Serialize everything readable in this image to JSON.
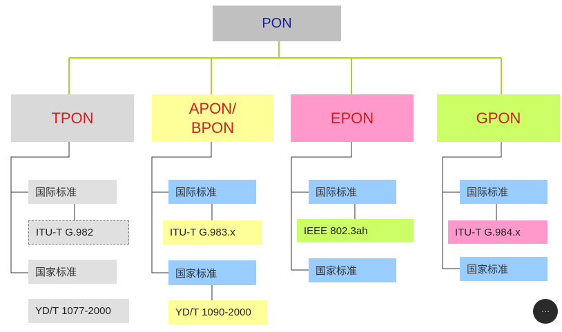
{
  "root": {
    "label": "PON"
  },
  "categories": [
    {
      "label": "TPON",
      "color": "#d9d9d9"
    },
    {
      "label": "APON/\nBPON",
      "color": "#ffff99"
    },
    {
      "label": "EPON",
      "color": "#ff99cc"
    },
    {
      "label": "GPON",
      "color": "#ccff66"
    }
  ],
  "branches": {
    "tpon": {
      "intl_label": "国际标准",
      "intl_value": "ITU-T G.982",
      "natl_label": "国家标准",
      "natl_value": "YD/T 1077-2000"
    },
    "apon": {
      "intl_label": "国际标准",
      "intl_value": "ITU-T G.983.x",
      "natl_label": "国家标准",
      "natl_value": "YD/T 1090-2000"
    },
    "epon": {
      "intl_label": "国际标准",
      "intl_value": "IEEE 802.3ah",
      "natl_label": "国家标准"
    },
    "gpon": {
      "intl_label": "国际标准",
      "intl_value": "ITU-T G.984.x",
      "natl_label": "国家标准"
    }
  },
  "connector_color": "#a8d422",
  "tree_line_color": "#333333"
}
